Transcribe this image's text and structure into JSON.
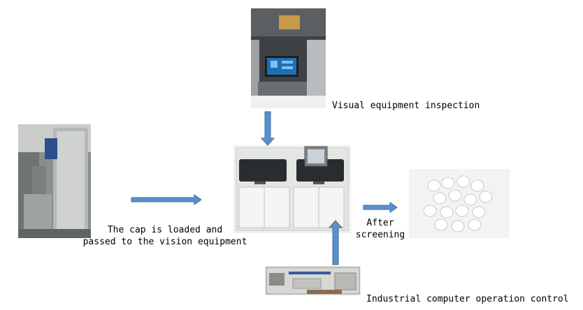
{
  "diagram": {
    "steps": {
      "loading": {
        "caption": "The cap is loaded and\npassed to the vision equipment"
      },
      "inspection": {
        "caption": "Visual equipment inspection"
      },
      "computer": {
        "caption": "Industrial computer operation control"
      },
      "screening": {
        "caption": "After\nscreening"
      }
    },
    "colors": {
      "arrow_fill": "#5b8fc9",
      "arrow_stroke": "#3a6ea5"
    }
  }
}
